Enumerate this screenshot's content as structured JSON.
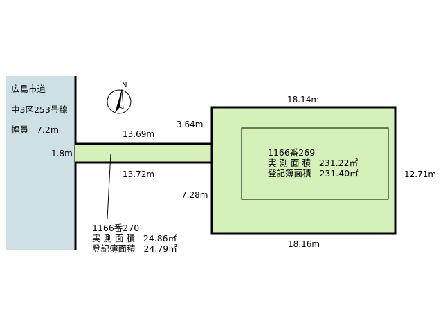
{
  "colors": {
    "road_fill": "#cfe0e4",
    "lot_fill": "#d5f0b9",
    "line": "#000000"
  },
  "north_arrow": {
    "icon": "north-arrow-icon",
    "label": "N"
  },
  "road": {
    "name": "広島市道",
    "route": "中3区253号線",
    "width_label": "幅員",
    "width_value": "7.2m"
  },
  "dimensions": {
    "top": "18.14m",
    "bottom": "18.16m",
    "right": "12.71m",
    "flag_left_top": "3.64m",
    "flag_left_bottom": "7.28m",
    "pole_top": "13.69m",
    "pole_bottom": "13.72m",
    "pole_width": "1.8m"
  },
  "main_lot": {
    "lot_number": "1166番269",
    "measured_label": "実 測 面 積",
    "measured_value": "231.22㎡",
    "registered_label": "登記簿面積",
    "registered_value": "231.40㎡"
  },
  "pole_lot": {
    "lot_number": "1166番270",
    "measured_label": "実 測 面 積",
    "measured_value": "24.86㎡",
    "registered_label": "登記簿面積",
    "registered_value": "24.79㎡"
  }
}
